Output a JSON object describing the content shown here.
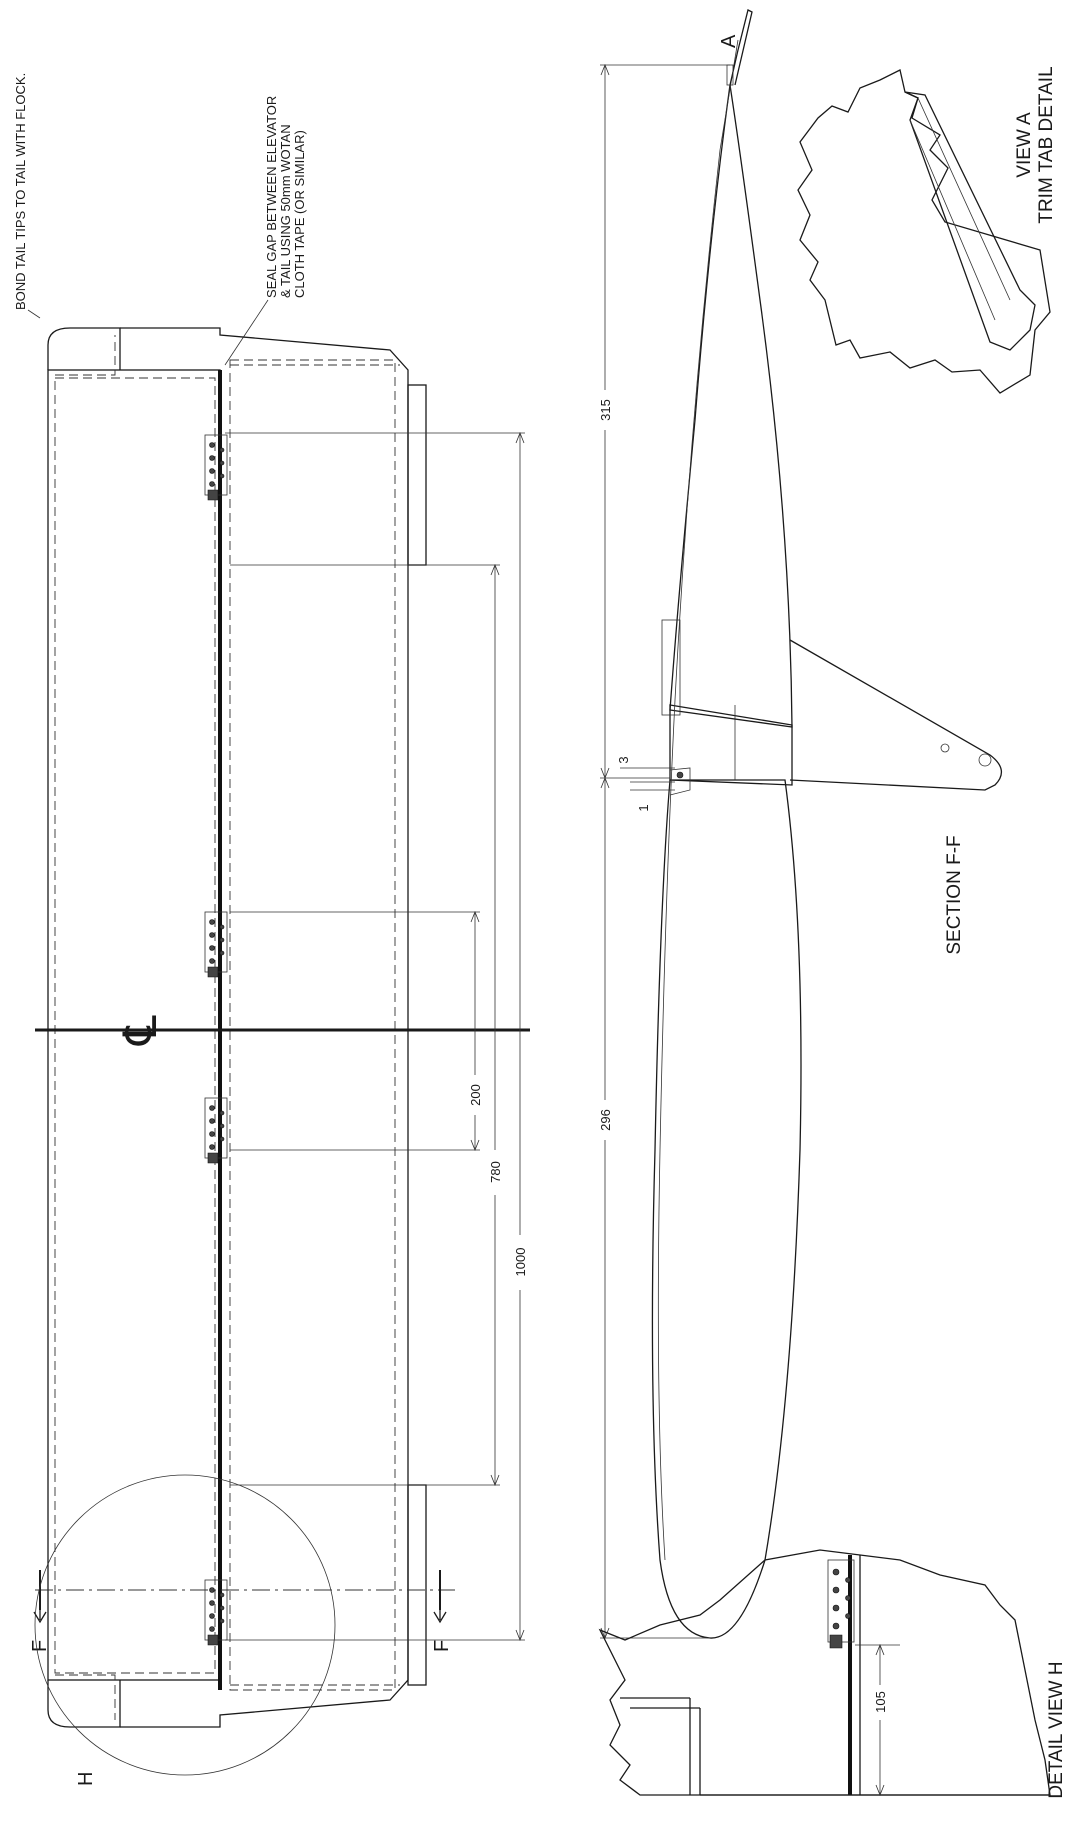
{
  "notes": {
    "bond_tail_tips": "BOND TAIL TIPS TO TAIL WITH FLOCK.",
    "seal_gap_line1": "SEAL GAP BETWEEN ELEVATOR",
    "seal_gap_line2": "& TAIL USING 50mm WOTAN",
    "seal_gap_line3": "CLOTH TAPE (OR SIMILAR)"
  },
  "labels": {
    "section_f_f": "SECTION F-F",
    "view_a_line1": "VIEW A",
    "view_a_line2": "TRIM TAB DETAIL",
    "detail_view_h": "DETAIL VIEW H",
    "section_cut_letter": "F",
    "detail_letter": "H",
    "view_letter": "A",
    "centerline_symbol": "℄"
  },
  "dimensions": {
    "hinge_spacing_inner": "200",
    "hinge_spacing_mid": "780",
    "hinge_spacing_outer": "1000",
    "chord_front": "296",
    "chord_rear": "315",
    "gap_3": "3",
    "gap_1": "1",
    "detail_105": "105"
  }
}
